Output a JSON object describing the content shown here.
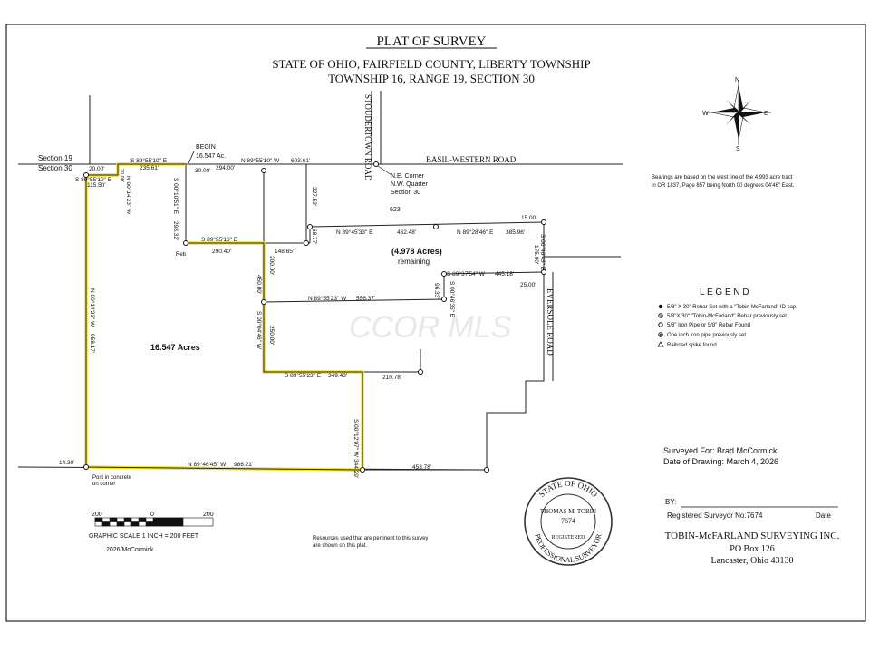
{
  "title": "PLAT OF SURVEY",
  "subtitle1": "STATE OF OHIO, FAIRFIELD COUNTY, LIBERTY TOWNSHIP",
  "subtitle2": "TOWNSHIP 16, RANGE 19, SECTION 30",
  "roads": {
    "stoudertown": "STOUDERTOWN ROAD",
    "basil": "BASIL-WESTERN ROAD",
    "eversole": "EVERSOLE ROAD"
  },
  "sections": {
    "s19": "Section 19",
    "s30": "Section 30"
  },
  "labels": {
    "begin": "BEGIN",
    "begin_acres": "16.547 Ac.",
    "ne_corner_1": "N.E. Corner",
    "ne_corner_2": "N.W. Quarter",
    "ne_corner_3": "Section 30",
    "num_623": "623",
    "remaining_acres": "(4.978 Acres)",
    "remaining_word": "remaining",
    "main_acres": "16.547 Acres",
    "reb": "Reb",
    "post_1": "Post in concrete",
    "post_2": "on corner",
    "watermark": "CCOR MLS"
  },
  "bearings": {
    "b1": "S 89°55'10\" E",
    "b2": "235.61'",
    "b3": "20.00'",
    "b4": "S 89°55'10\" E",
    "b5": "115.50'",
    "b6": "N 00°14'23\" W",
    "b7": "30.00'",
    "b8": "294.00'",
    "b9": "N 89°55'10\" W",
    "b10": "693.61'",
    "b11": "227.53'",
    "b12": "S 00°10'51\" E",
    "b13": "298.32'",
    "b14": "S 89°55'16\" E",
    "b15": "290.40'",
    "b16": "148.65'",
    "b17": "68.77'",
    "b18": "N 89°45'33\" E",
    "b19": "462.48'",
    "b20": "N 89°28'46\" E",
    "b21": "385.96'",
    "b22": "15.00'",
    "b23": "S 00°46'43\" E",
    "b24": "175.00'",
    "b25": "S 89°37'54\" W",
    "b26": "445.18'",
    "b27": "25.00'",
    "b28": "96.33'",
    "b29": "S 00°46'35\" E",
    "b30": "N 89°55'23\" W",
    "b31": "556.37'",
    "b32": "200.00'",
    "b33": "450.00'",
    "b34": "S 00°04'46\" W",
    "b35": "250.00'",
    "b36": "S 89°55'23\" E",
    "b37": "349.43'",
    "b38": "210.78'",
    "b39": "N 00°14'23\" W",
    "b40": "958.17'",
    "b41": "S 00°12'07\" W",
    "b42": "344.29'",
    "b43": "14.30'",
    "b44": "N 89°46'45\" W",
    "b45": "986.21'",
    "b46": "453.78'"
  },
  "bearing_note": {
    "line1": "Bearings are based on the west line of the 4.993 acre tract",
    "line2": "in OR 1837, Page 857 being North 00 degrees 04'46\" East."
  },
  "compass": {
    "n": "N",
    "s": "S",
    "e": "E",
    "w": "W"
  },
  "legend": {
    "title": "L E G E N D",
    "items": [
      "5/8\" X 30\" Rebar Set with a \"Tobin-McFarland\" ID cap.",
      "5/8\"X 30\" \"Tobin-McFarland\" Rebar previously set.",
      "5/8\" Iron Pipe or 5/8\" Rebar Found",
      "One inch iron pipe previously set",
      "Railroad spike found"
    ]
  },
  "survey_info": {
    "surveyed_for": "Surveyed For: Brad McCormick",
    "date": "Date of Drawing: March 4, 2026"
  },
  "signature": {
    "by": "BY:",
    "reg": "Registered Surveyor No.7674",
    "date": "Date"
  },
  "company": {
    "name": "TOBIN-McFARLAND SURVEYING INC.",
    "po": "PO Box 126",
    "city": "Lancaster, Ohio 43130"
  },
  "seal": {
    "top": "STATE OF OHIO",
    "name": "THOMAS M. TOBIN",
    "num": "7674",
    "reg": "REGISTERED",
    "bottom": "PROFESSIONAL SURVEYOR"
  },
  "scale": {
    "l": "200",
    "m": "0",
    "r": "200",
    "caption": "GRAPHIC SCALE 1 INCH = 200 FEET",
    "file": "2026/McCormick"
  },
  "resources": {
    "line1": "Resources used that are pertinent to this survey",
    "line2": "are shown on this plat."
  },
  "colors": {
    "boundary": "#f2e23a",
    "line": "#222222"
  }
}
